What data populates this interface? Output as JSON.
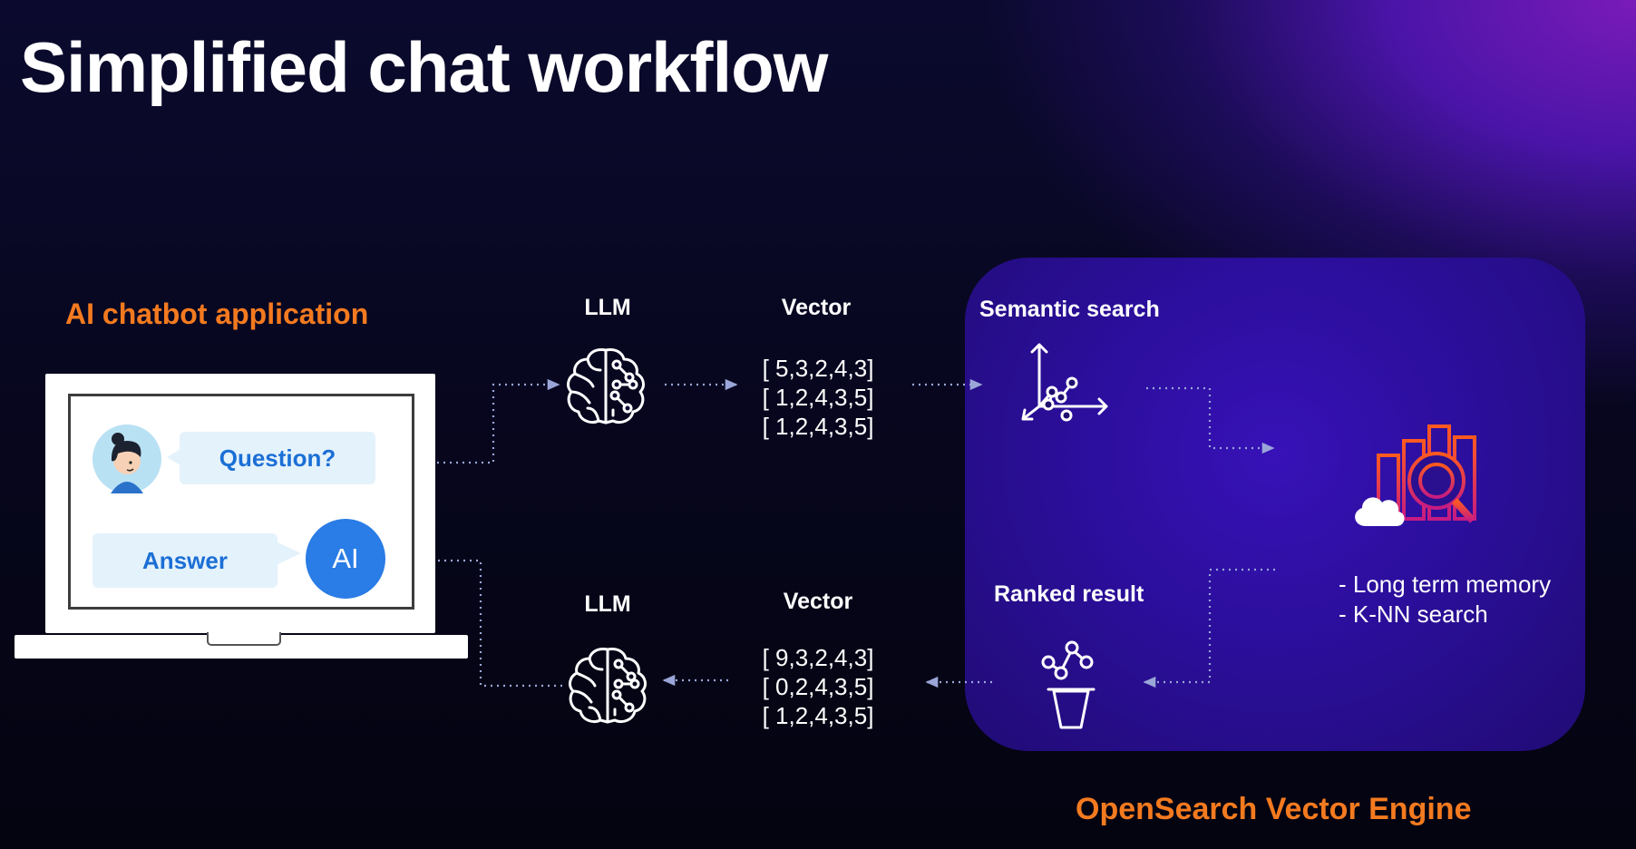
{
  "title": "Simplified chat workflow",
  "app": {
    "title": "AI chatbot application",
    "question": "Question?",
    "answer": "Answer",
    "ai_badge": "AI"
  },
  "top_row": {
    "llm_label": "LLM",
    "vector_label": "Vector",
    "vectors": [
      "[ 5,3,2,4,3]",
      "[ 1,2,4,3,5]",
      "[ 1,2,4,3,5]"
    ],
    "search_label": "Semantic search"
  },
  "bottom_row": {
    "llm_label": "LLM",
    "vector_label": "Vector",
    "vectors": [
      "[ 9,3,2,4,3]",
      "[ 0,2,4,3,5]",
      "[ 1,2,4,3,5]"
    ],
    "result_label": "Ranked result"
  },
  "engine": {
    "label": "OpenSearch Vector Engine",
    "features": [
      "- Long term memory",
      "- K-NN search"
    ]
  },
  "colors": {
    "accent_orange": "#f47a1f",
    "ai_blue": "#2a7ce6",
    "bubble_bg": "#e4f2fb",
    "panel_purple": "#2d0fa2"
  }
}
